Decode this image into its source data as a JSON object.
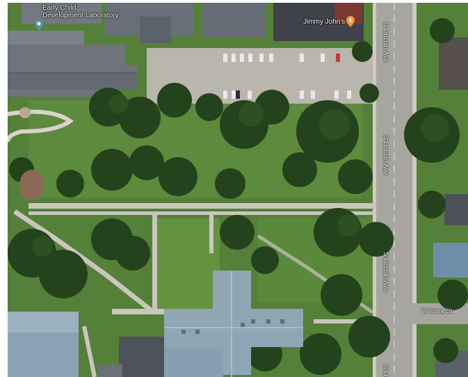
{
  "map": {
    "pois": [
      {
        "name": "Early Child Development Laboratory",
        "line1": "Early Child",
        "line2": "Development Laboratory",
        "icon": "school-pin-icon",
        "color": "#5f8fa8"
      },
      {
        "name": "Jimmy John's",
        "icon": "restaurant-pin-icon",
        "color": "#f29a38"
      }
    ],
    "streets": [
      {
        "label": "S Lincoln Ave"
      },
      {
        "label": "S Lincoln Ave"
      },
      {
        "label": "S Lincoln Ave"
      },
      {
        "label": "W Iowa St"
      },
      {
        "label": "S Li"
      }
    ],
    "colors": {
      "grass": "#4f7a34",
      "trees": "#24421c",
      "pavement": "#b9b6ad",
      "roof": "#6f757f",
      "metal_roof": "#8fa6b4"
    }
  }
}
